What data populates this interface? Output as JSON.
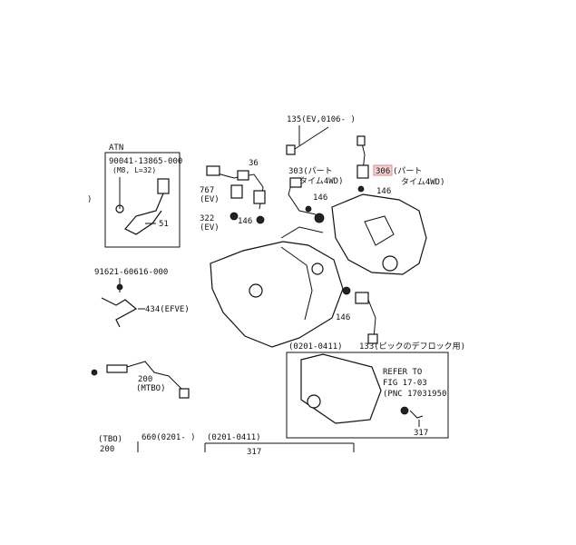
{
  "labels": {
    "atn": "ATN",
    "atn_part": "90041-13865-000",
    "atn_sub": "(M8, L=32)",
    "atn_num": "51",
    "left_edge": ")",
    "p135": "135(EV,0106-   )",
    "p36": "36",
    "p303": "303(パート",
    "p303b": "タイム4WD)",
    "p306": "306",
    "p306a": "(パート",
    "p306b": "タイム4WD)",
    "p767": "767",
    "p767b": "(EV)",
    "p322": "322",
    "p322b": "(EV)",
    "p146a": "146",
    "p146b": "146",
    "p146c": "146",
    "p146d": "146",
    "p91621": "91621-60616-000",
    "p434": "434(EFVE)",
    "p200": "200",
    "p200b": "(MTBO)",
    "p133": "133(ピックのデフロック用)",
    "range1": "(0201-0411)",
    "refer1": "REFER TO",
    "refer2": "FIG 17-03",
    "refer3": "(PNC 17031950",
    "p317": "317",
    "tbo": "(TBO)",
    "p200c": "200",
    "p660": "660(0201-   )",
    "range2": "(0201-0411)",
    "p_partial": "317"
  },
  "colors": {
    "line": "#111111",
    "highlight_fill": "#f6d3d3",
    "highlight_stroke": "#d98a8a"
  }
}
